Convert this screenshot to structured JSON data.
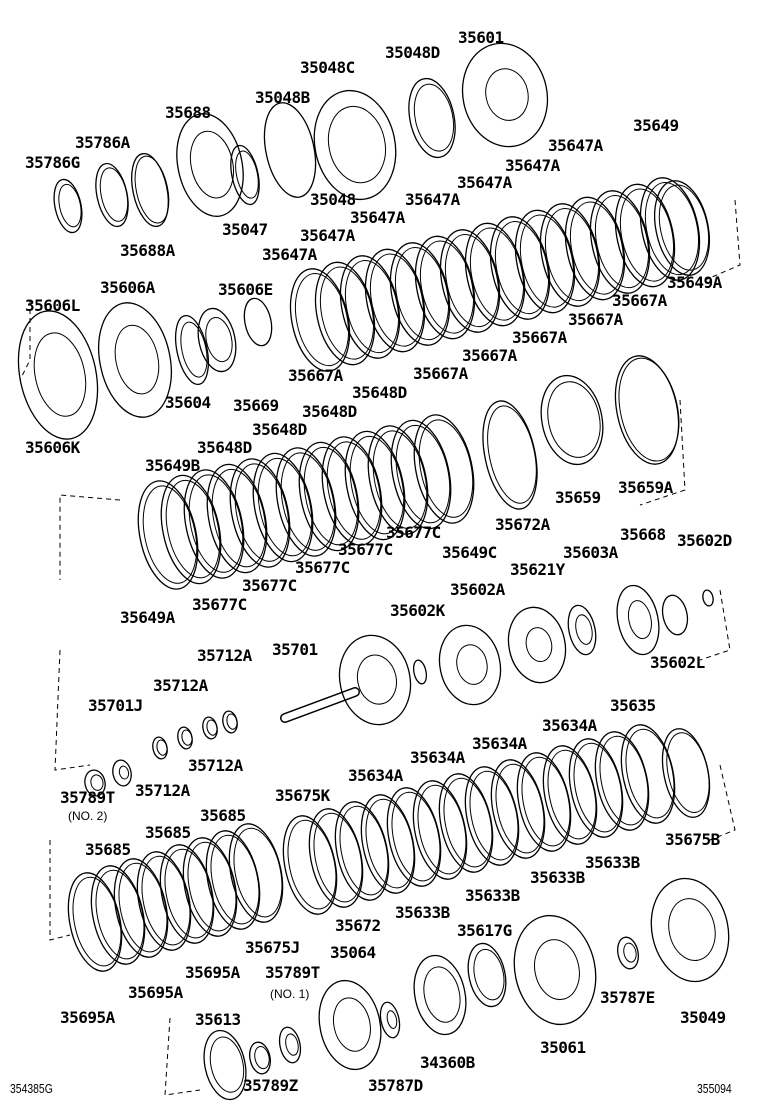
{
  "labels": [
    "35601",
    "35048D",
    "35048C",
    "35048B",
    "35688",
    "35786A",
    "35786G",
    "35649",
    "35647A",
    "35647A",
    "35647A",
    "35647A",
    "35647A",
    "35647A",
    "35647A",
    "35048",
    "35047",
    "35688A",
    "35606A",
    "35606E",
    "35606L",
    "35649A",
    "35667A",
    "35667A",
    "35667A",
    "35667A",
    "35667A",
    "35667A",
    "35604",
    "35669",
    "35648D",
    "35648D",
    "35648D",
    "35648D",
    "35649B",
    "35606K",
    "35672A",
    "35659",
    "35659A",
    "35677C",
    "35677C",
    "35677C",
    "35677C",
    "35677C",
    "35649C",
    "35649A",
    "35668",
    "35602D",
    "35603A",
    "35621Y",
    "35602A",
    "35602K",
    "35602L",
    "35712A",
    "35701",
    "35712A",
    "35701J",
    "35712A",
    "35712A",
    "35789T",
    "35635",
    "35634A",
    "35634A",
    "35634A",
    "35634A",
    "35675K",
    "35685",
    "35685",
    "35685",
    "35675B",
    "35633B",
    "35633B",
    "35633B",
    "35633B",
    "35672",
    "35675J",
    "35064",
    "35617G",
    "35695A",
    "35789T",
    "35695A",
    "35695A",
    "35787E",
    "35049",
    "35613",
    "35061",
    "34360B",
    "35789Z",
    "35787D"
  ],
  "notes": [
    "(NO. 2)",
    "(NO. 1)"
  ],
  "codes": {
    "left": "354385G",
    "right": "355094"
  }
}
